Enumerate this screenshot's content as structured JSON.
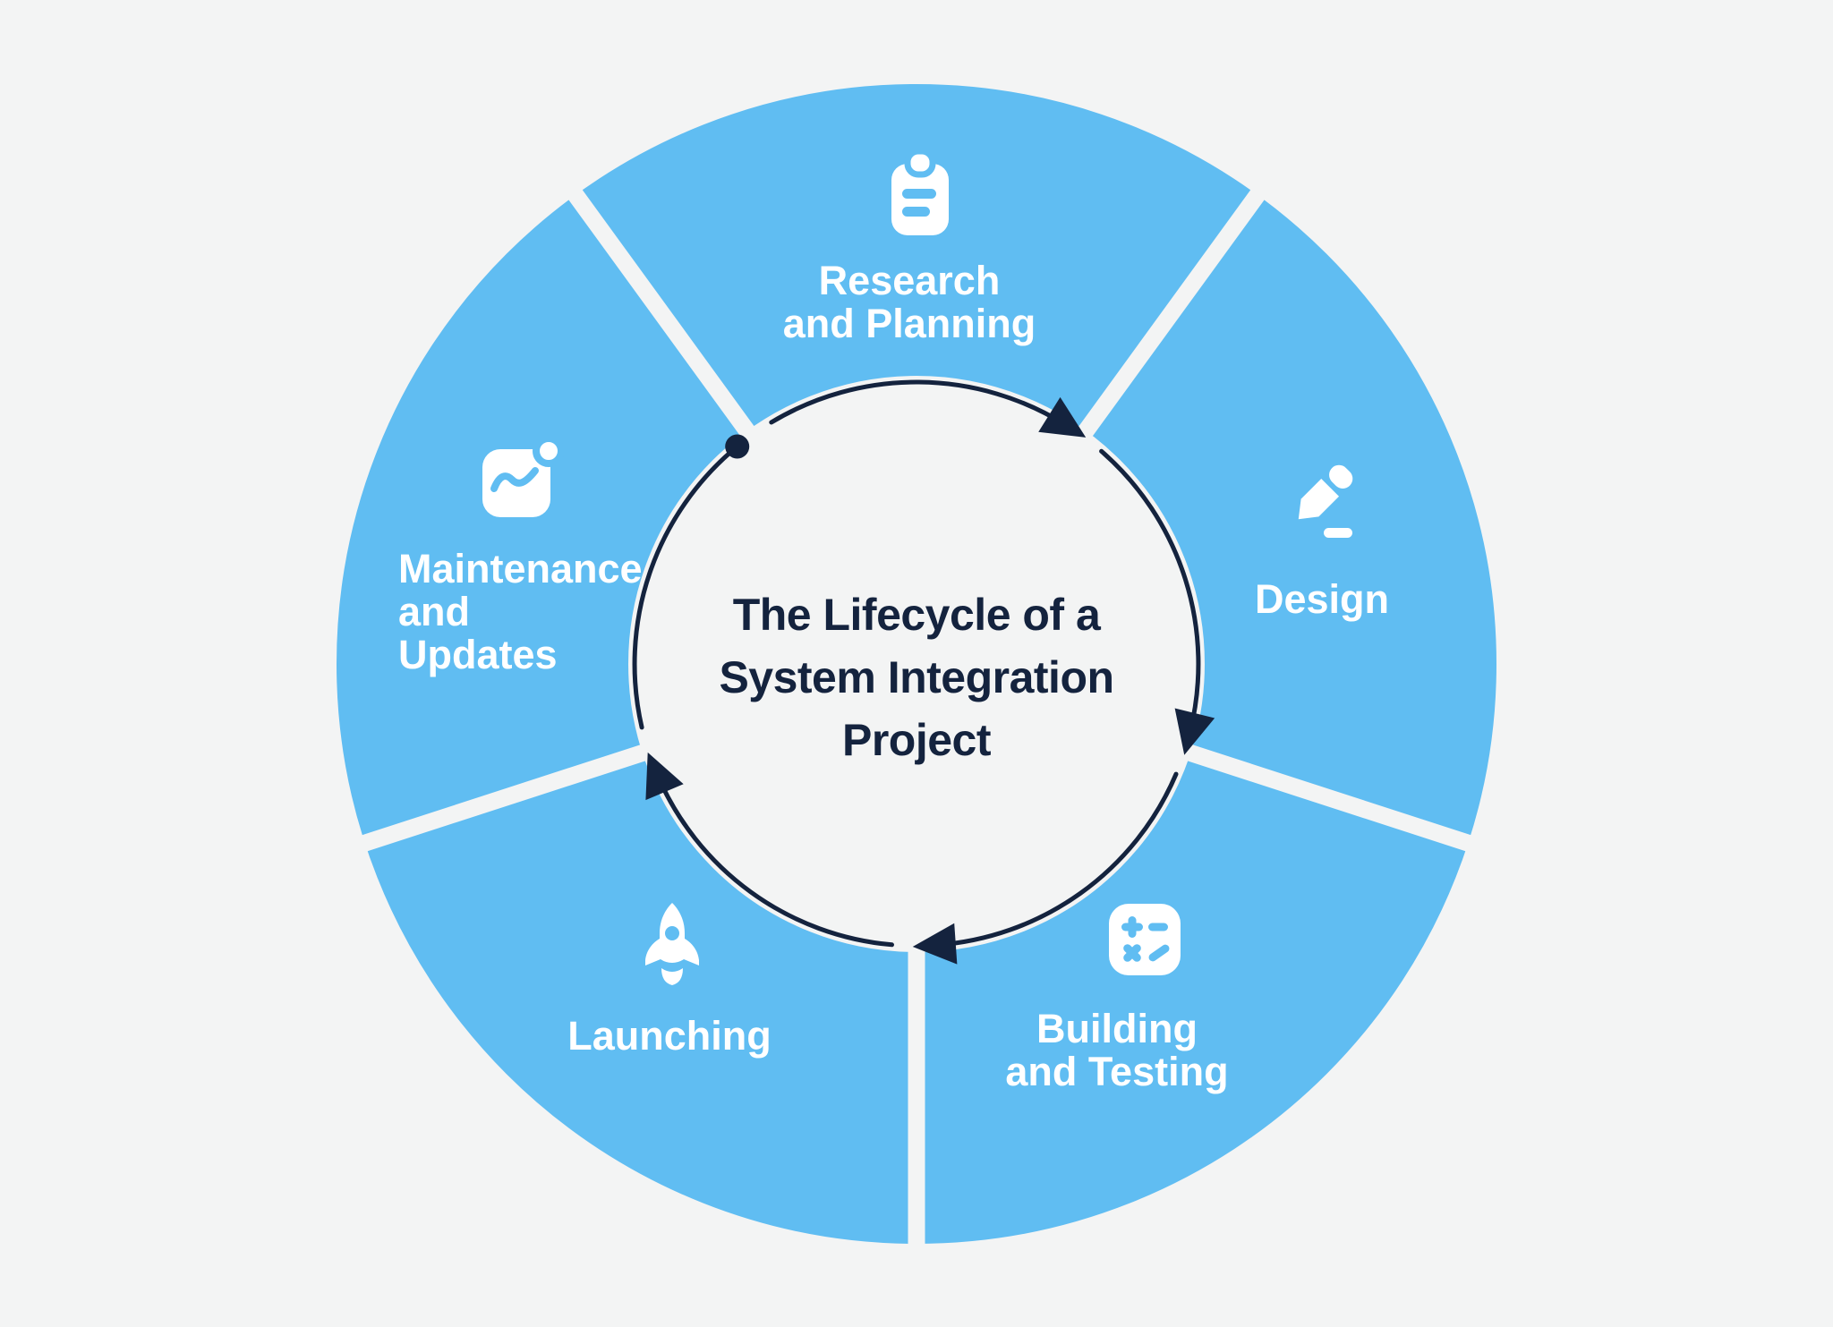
{
  "title": {
    "lines": [
      "The Lifecycle of a",
      "System Integration",
      "Project"
    ]
  },
  "segments": [
    {
      "id": "research-and-planning",
      "icon": "clipboard-icon",
      "label_lines": [
        "Research",
        "and Planning"
      ]
    },
    {
      "id": "design",
      "icon": "pencil-icon",
      "label_lines": [
        "Design"
      ]
    },
    {
      "id": "building-and-testing",
      "icon": "calculator-icon",
      "label_lines": [
        "Building",
        "and Testing"
      ]
    },
    {
      "id": "launching",
      "icon": "rocket-icon",
      "label_lines": [
        "Launching"
      ]
    },
    {
      "id": "maintenance-and-updates",
      "icon": "trend-chart-icon",
      "label_lines": [
        "Maintenance",
        "and",
        "Updates"
      ]
    }
  ],
  "flow": {
    "direction": "clockwise",
    "arrowhead_count": 4,
    "start_marker": "dot",
    "order": [
      "Research and Planning",
      "Design",
      "Building and Testing",
      "Launching",
      "Maintenance and Updates"
    ]
  },
  "colors": {
    "background": "#F3F4F4",
    "segment_blue": "#60BDF2",
    "navy": "#14233E",
    "white": "#FFFFFF"
  }
}
